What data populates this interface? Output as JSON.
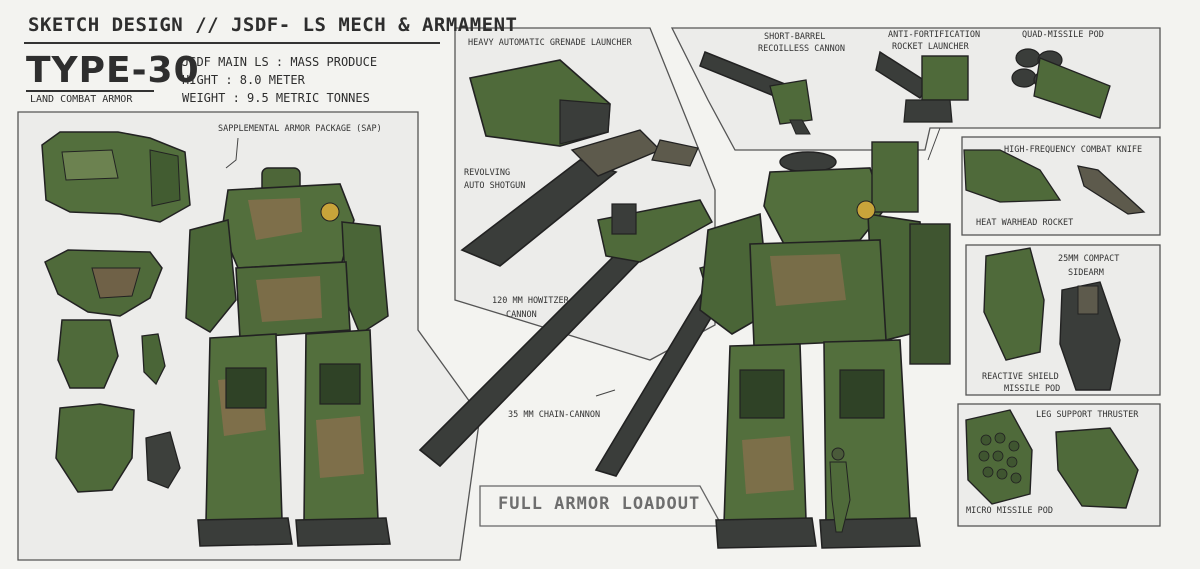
{
  "header": {
    "title": "SKETCH DESIGN // JSDF- LS MECH & ARMAMENT",
    "model": "TYPE-30",
    "model_subtitle": "LAND COMBAT ARMOR",
    "specs": [
      "JSDF MAIN LS : MASS PRODUCE",
      "HIGHT : 8.0 METER",
      "WEIGHT : 9.5 METRIC TONNES"
    ]
  },
  "labels": {
    "sap": "SAPPLEMENTAL ARMOR PACKAGE (SAP)",
    "grenade_launcher": "HEAVY AUTOMATIC GRENADE LAUNCHER",
    "shotgun_1": "REVOLVING",
    "shotgun_2": "AUTO SHOTGUN",
    "howitzer_1": "120 MM HOWITZER",
    "howitzer_2": "CANNON",
    "chain_cannon": "35 MM CHAIN-CANNON",
    "loadout": "FULL ARMOR LOADOUT",
    "recoilless_1": "SHORT-BARREL",
    "recoilless_2": "RECOILLESS CANNON",
    "antifort_1": "ANTI-FORTIFICATION",
    "antifort_2": "ROCKET LAUNCHER",
    "quad_missile": "QUAD-MISSILE POD",
    "knife": "HIGH-FREQUENCY COMBAT KNIFE",
    "heat_rocket": "HEAT WARHEAD ROCKET",
    "sidearm_1": "25MM COMPACT",
    "sidearm_2": "SIDEARM",
    "shield_1": "REACTIVE SHIELD",
    "shield_2": "MISSILE POD",
    "leg_thruster": "LEG SUPPORT THRUSTER",
    "micro_missile": "MICRO MISSILE POD"
  },
  "colors": {
    "camo_green": "#4f6a3a",
    "camo_dark": "#2f4226",
    "camo_brown": "#8a6f4e",
    "metal_dark": "#3a3d3a",
    "panel_line": "#555555"
  }
}
